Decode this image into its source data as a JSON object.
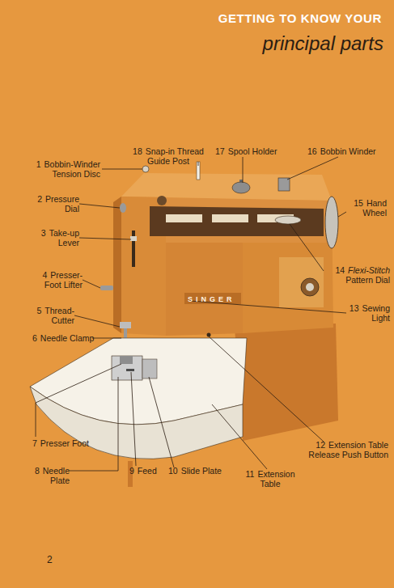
{
  "diagram": {
    "title": "GETTING TO KNOW YOUR",
    "labels": [
      "principal parts",
      "1",
      "Bobbin-Winder Tension Disc",
      "18",
      "Snap-in Thread Guide Post",
      "17",
      "Spool Holder",
      "16",
      "Bobbin Winder",
      "2",
      "Pressure Dial",
      "15",
      "Hand Wheel",
      "3",
      "Take-up Lever",
      "4",
      "Presser-Foot Lifter",
      "14",
      "Flexi-Stitch",
      "Pattern Dial",
      "5",
      "Thread-Cutter",
      "13",
      "Sewing Light",
      "6",
      "Needle Clamp",
      "SINGER",
      "12",
      "Extension Table Release Push Button",
      "7",
      "Presser Foot",
      "8",
      "Needle Plate",
      "9",
      "Feed",
      "10",
      "Slide Plate",
      "11",
      "Extension Table",
      "2"
    ]
  }
}
